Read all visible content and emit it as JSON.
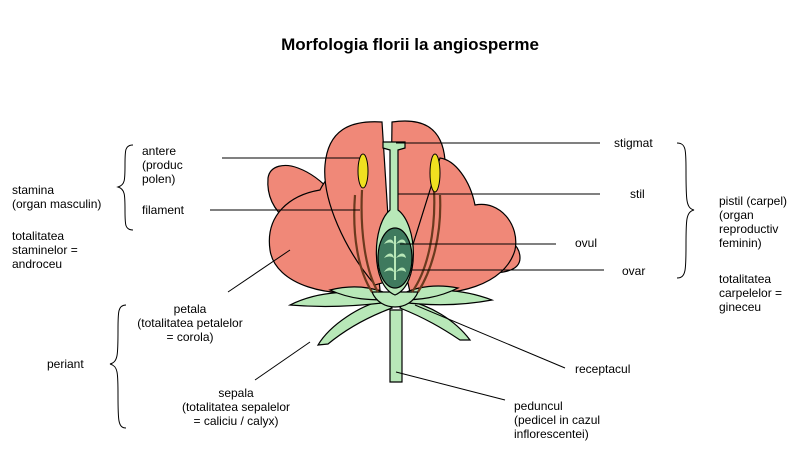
{
  "title": "Morfologia florii la angiosperme",
  "labels": {
    "antere": "antere\n(produc\npolen)",
    "filament": "filament",
    "stamina": "stamina\n(organ masculin)",
    "androceu": "totalitatea\nstaminelor =\nandroceu",
    "petala": "petala\n(totalitatea petalelor\n= corola)",
    "periant": "periant",
    "sepala": "sepala\n(totalitatea sepalelor\n= caliciu / calyx)",
    "stigmat": "stigmat",
    "stil": "stil",
    "ovul": "ovul",
    "ovar": "ovar",
    "pistil": "pistil (carpel)\n(organ\nreproductiv\nfeminin)",
    "gineceu": "totalitatea\ncarpelelor =\ngineceu",
    "receptacul": "receptacul",
    "peduncul": "peduncul\n(pedicel in cazul\ninflorescentei)"
  },
  "colors": {
    "petal": "#f08878",
    "green": "#b8e8b8",
    "ovary": "#3f7a5e",
    "anther": "#f0e020",
    "filament": "#6b3a1e"
  }
}
